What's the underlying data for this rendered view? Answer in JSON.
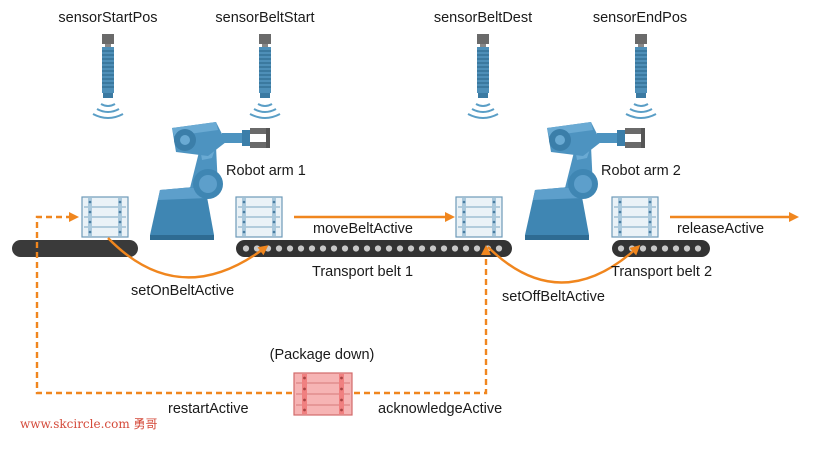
{
  "colors": {
    "accent": "#f0861e",
    "fault": "#f08080",
    "equipment": "#5a9ec6",
    "belt": "#333333",
    "watermark": "#d44a3a"
  },
  "sensors": {
    "start_pos": "sensorStartPos",
    "belt_start": "sensorBeltStart",
    "belt_dest": "sensorBeltDest",
    "end_pos": "sensorEndPos"
  },
  "robots": {
    "arm1": "Robot arm 1",
    "arm2": "Robot arm 2"
  },
  "belts": {
    "belt1": "Transport belt 1",
    "belt2": "Transport belt 2"
  },
  "states": {
    "set_on_belt": "setOnBeltActive",
    "move_belt": "moveBeltActive",
    "set_off_belt": "setOffBeltActive",
    "release": "releaseActive",
    "restart": "restartActive",
    "acknowledge": "acknowledgeActive",
    "package_down": "(Package down)"
  },
  "watermark": "www.skcircle.com 勇哥",
  "icons": [
    "sensor-icon",
    "robot-arm-icon",
    "package-icon",
    "conveyor-belt-icon",
    "fault-package-icon"
  ]
}
